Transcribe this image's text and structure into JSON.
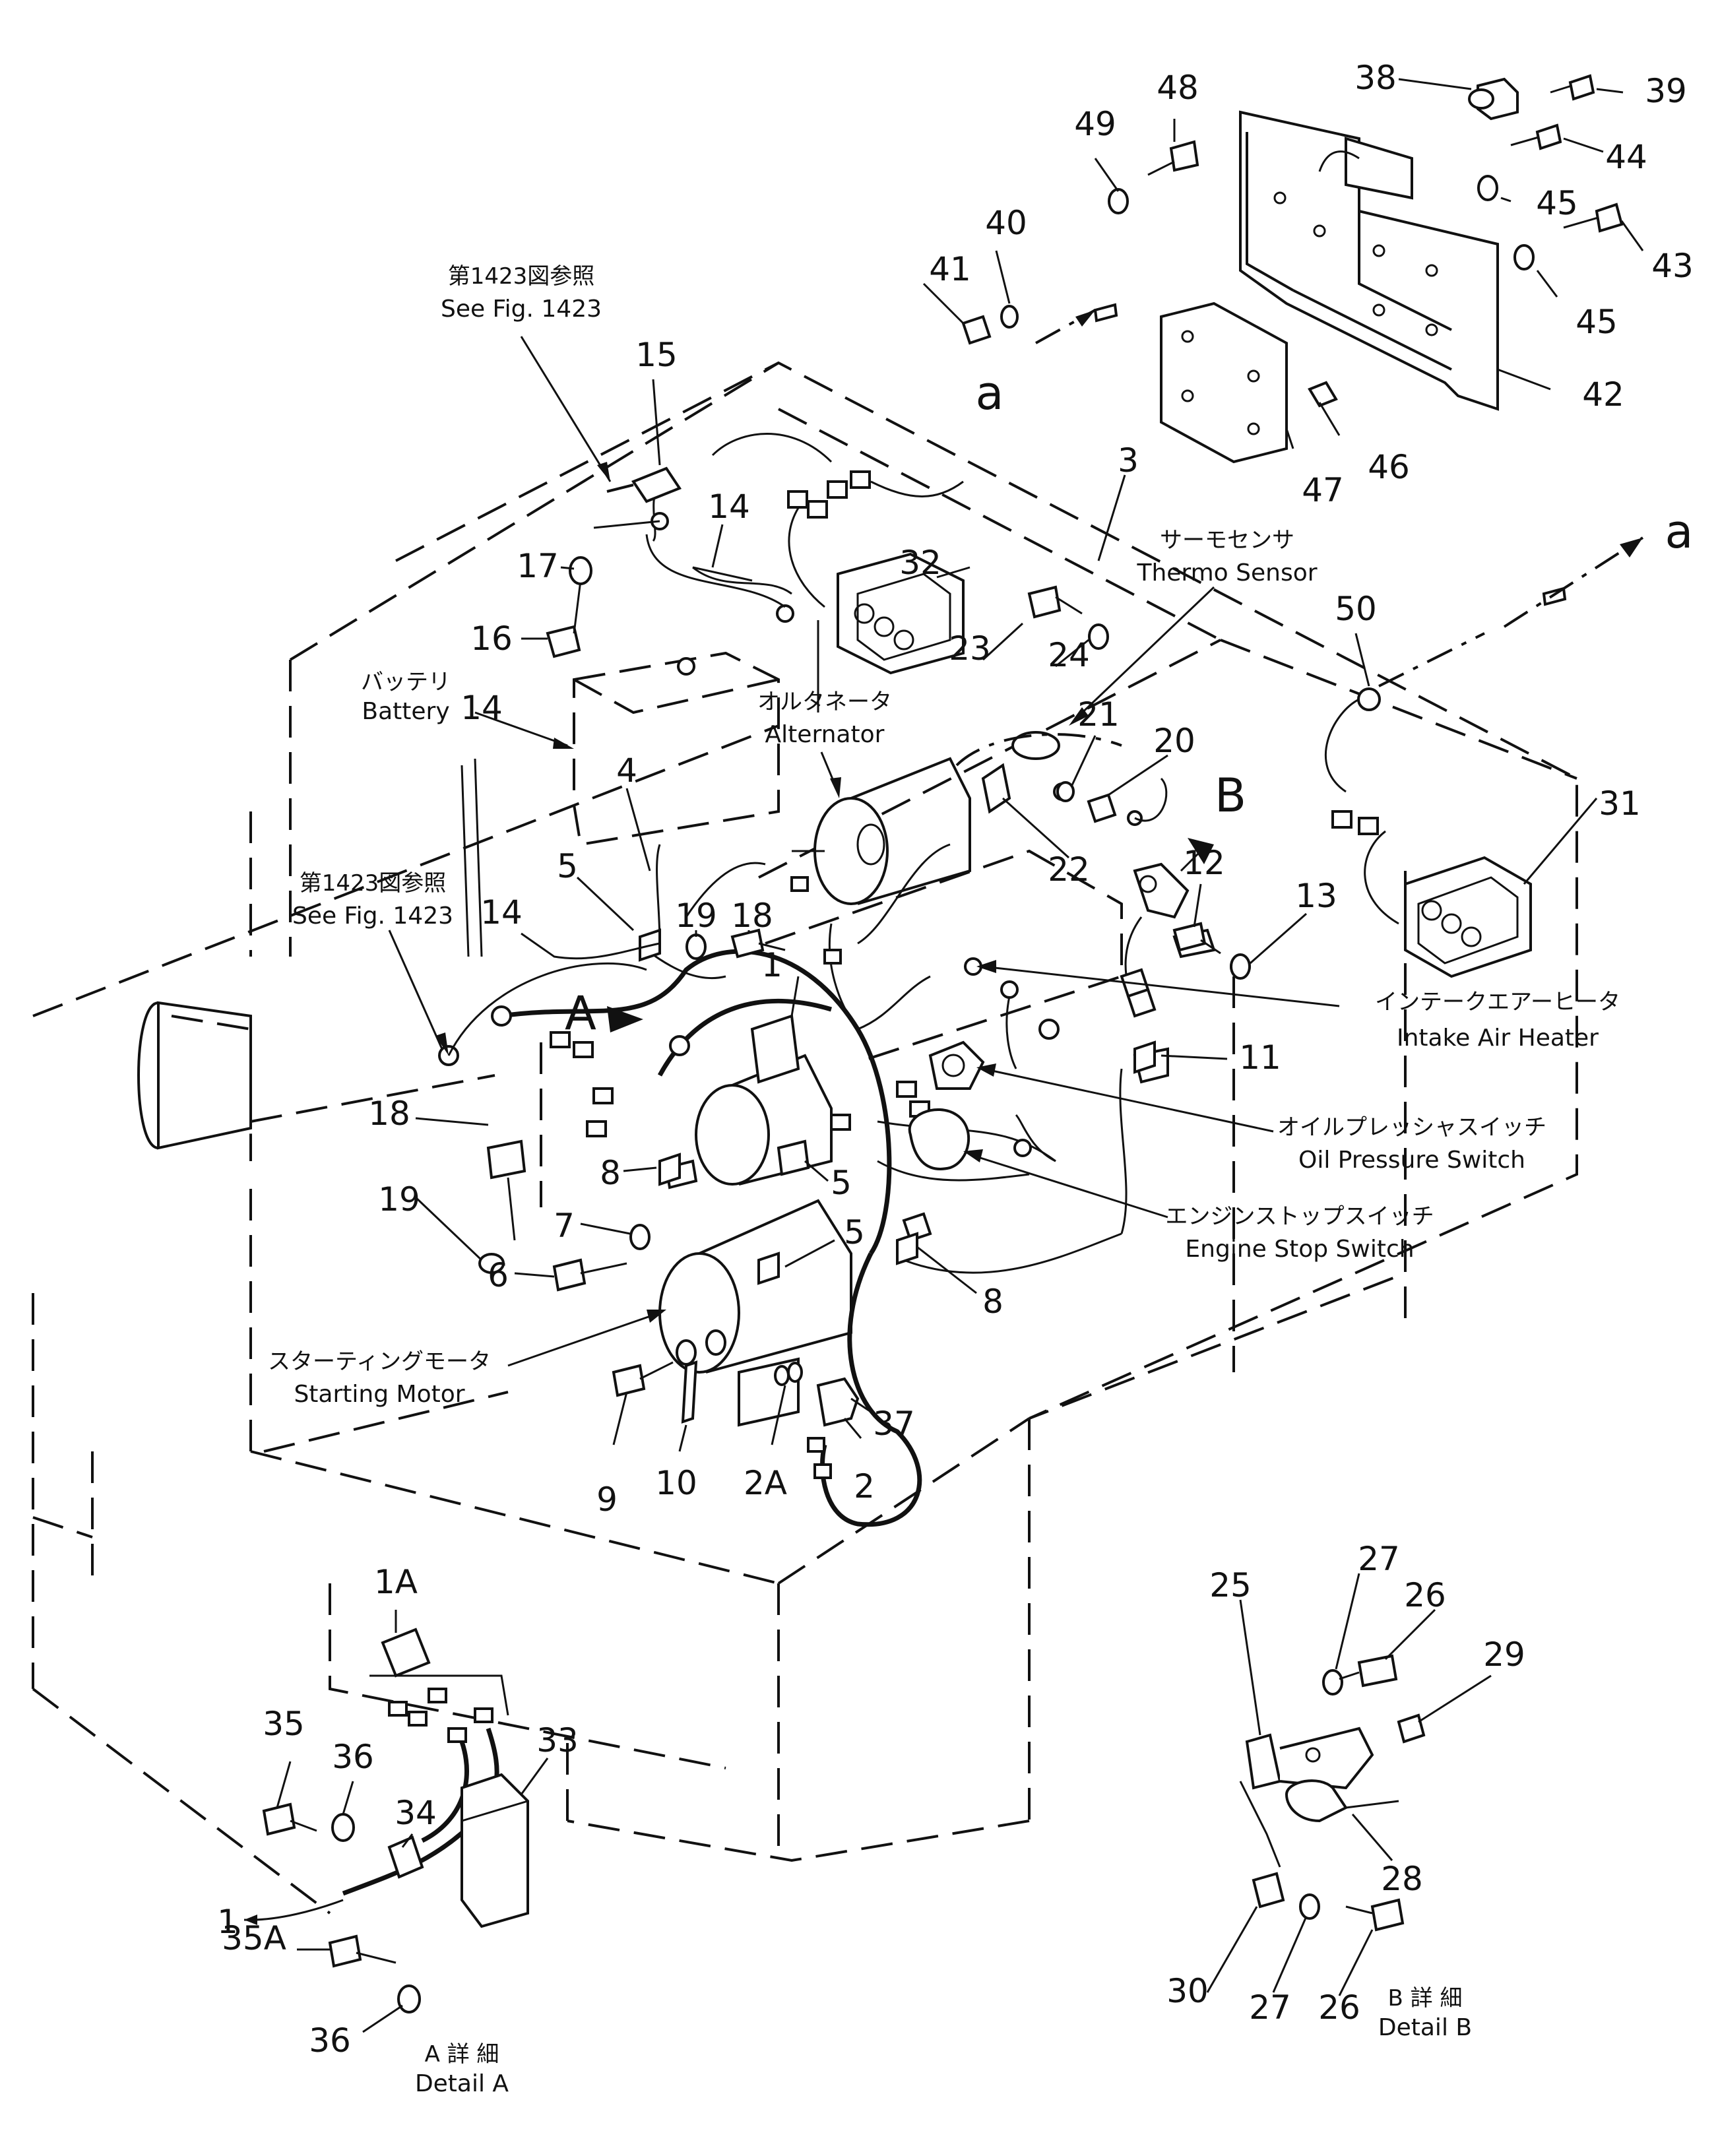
{
  "callouts": [
    {
      "label": "1"
    },
    {
      "label": "1"
    },
    {
      "label": "1A"
    },
    {
      "label": "2"
    },
    {
      "label": "2A"
    },
    {
      "label": "3"
    },
    {
      "label": "4"
    },
    {
      "label": "5"
    },
    {
      "label": "5"
    },
    {
      "label": "5"
    },
    {
      "label": "6"
    },
    {
      "label": "7"
    },
    {
      "label": "8"
    },
    {
      "label": "8"
    },
    {
      "label": "9"
    },
    {
      "label": "10"
    },
    {
      "label": "11"
    },
    {
      "label": "12"
    },
    {
      "label": "13"
    },
    {
      "label": "14"
    },
    {
      "label": "14"
    },
    {
      "label": "14"
    },
    {
      "label": "15"
    },
    {
      "label": "16"
    },
    {
      "label": "17"
    },
    {
      "label": "18"
    },
    {
      "label": "18"
    },
    {
      "label": "19"
    },
    {
      "label": "19"
    },
    {
      "label": "20"
    },
    {
      "label": "21"
    },
    {
      "label": "22"
    },
    {
      "label": "23"
    },
    {
      "label": "24"
    },
    {
      "label": "25"
    },
    {
      "label": "26"
    },
    {
      "label": "26"
    },
    {
      "label": "27"
    },
    {
      "label": "27"
    },
    {
      "label": "28"
    },
    {
      "label": "29"
    },
    {
      "label": "30"
    },
    {
      "label": "31"
    },
    {
      "label": "32"
    },
    {
      "label": "33"
    },
    {
      "label": "34"
    },
    {
      "label": "35"
    },
    {
      "label": "35A"
    },
    {
      "label": "36"
    },
    {
      "label": "36"
    },
    {
      "label": "37"
    },
    {
      "label": "38"
    },
    {
      "label": "39"
    },
    {
      "label": "40"
    },
    {
      "label": "41"
    },
    {
      "label": "42"
    },
    {
      "label": "43"
    },
    {
      "label": "44"
    },
    {
      "label": "45"
    },
    {
      "label": "45"
    },
    {
      "label": "46"
    },
    {
      "label": "47"
    },
    {
      "label": "48"
    },
    {
      "label": "49"
    },
    {
      "label": "50"
    }
  ],
  "reference_letters": {
    "a_top": "a",
    "a_right": "a",
    "A": "A",
    "B": "B"
  },
  "labels": {
    "fig_ref_jp_1": "第1423図参照",
    "fig_ref_en_1": "See Fig. 1423",
    "fig_ref_jp_2": "第1423図参照",
    "fig_ref_en_2": "See Fig. 1423",
    "battery_jp": "バッテリ",
    "battery_en": "Battery",
    "alternator_jp": "オルタネータ",
    "alternator_en": "Alternator",
    "thermo_jp": "サーモセンサ",
    "thermo_en": "Thermo Sensor",
    "intake_jp": "インテークエアーヒータ",
    "intake_en": "Intake Air Heater",
    "oil_jp": "オイルプレッシャスイッチ",
    "oil_en": "Oil Pressure Switch",
    "stop_jp": "エンジンストップスイッチ",
    "stop_en": "Engine Stop Switch",
    "starter_jp": "スターティングモータ",
    "starter_en": "Starting Motor",
    "detail_a_jp": "A 詳 細",
    "detail_a_en": "Detail A",
    "detail_b_jp": "B 詳 細",
    "detail_b_en": "Detail B"
  }
}
